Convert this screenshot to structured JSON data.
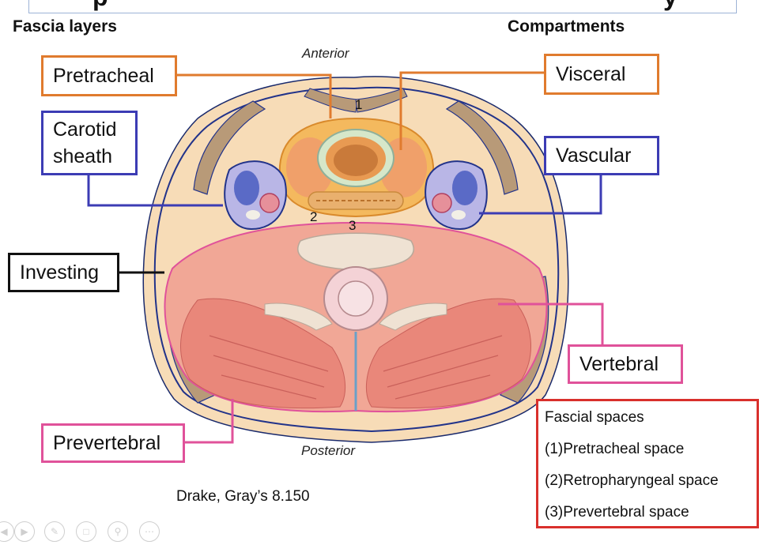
{
  "headers": {
    "left": "Fascia layers",
    "right": "Compartments"
  },
  "title_fragments": [
    "p",
    "y"
  ],
  "orientation": {
    "anterior": "Anterior",
    "posterior": "Posterior"
  },
  "fascia_labels": {
    "pretracheal": "Pretracheal",
    "carotid_sheath": "Carotid\nsheath",
    "investing": "Investing",
    "prevertebral": "Prevertebral"
  },
  "compartment_labels": {
    "visceral": "Visceral",
    "vascular": "Vascular",
    "vertebral": "Vertebral"
  },
  "space_numbers": [
    "1",
    "2",
    "3"
  ],
  "legend": {
    "title": "Fascial spaces",
    "items": [
      "(1)Pretracheal space",
      "(2)Retropharyngeal space",
      "(3)Prevertebral space"
    ]
  },
  "credit": "Drake, Gray’s 8.150",
  "colors": {
    "pretracheal": "#e07b2e",
    "carotid": "#3c3cb4",
    "investing": "#111111",
    "prevertebral": "#e0529a",
    "legend_border": "#d9302c"
  },
  "player_controls": [
    "back-icon",
    "play-icon",
    "pen-icon",
    "slides-icon",
    "zoom-icon",
    "more-icon"
  ]
}
